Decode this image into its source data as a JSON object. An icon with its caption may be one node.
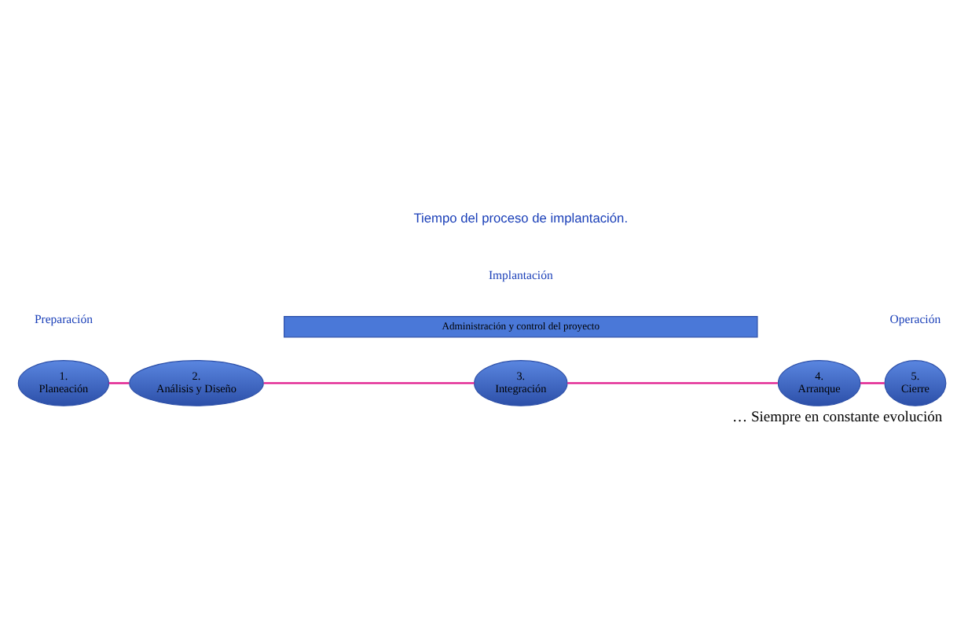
{
  "diagram": {
    "caption": "… Siempre en constante evolución",
    "nodes": [
      {
        "text": [
          "1.",
          "Planeación"
        ]
      },
      {
        "text": [
          "2.",
          "Análisis y Diseño"
        ]
      },
      {
        "text": [
          "3.",
          "Integración"
        ]
      },
      {
        "text": [
          "4.",
          "Arranque"
        ]
      },
      {
        "text": [
          "5.",
          "Cierre"
        ]
      },
      {
        "text": [
          "Administración y control del proyecto"
        ]
      }
    ],
    "edges": [
      {
        "from": 0,
        "to": 1,
        "arrow": "none"
      },
      {
        "from": 1,
        "to": 2,
        "arrow": "none"
      },
      {
        "from": 2,
        "to": 3,
        "arrow": "none"
      },
      {
        "from": 3,
        "to": 4,
        "arrow": "none"
      }
    ],
    "labels": [
      "Preparación",
      "Implantación",
      "Operación",
      "Tiempo del proceso de implantación."
    ]
  }
}
